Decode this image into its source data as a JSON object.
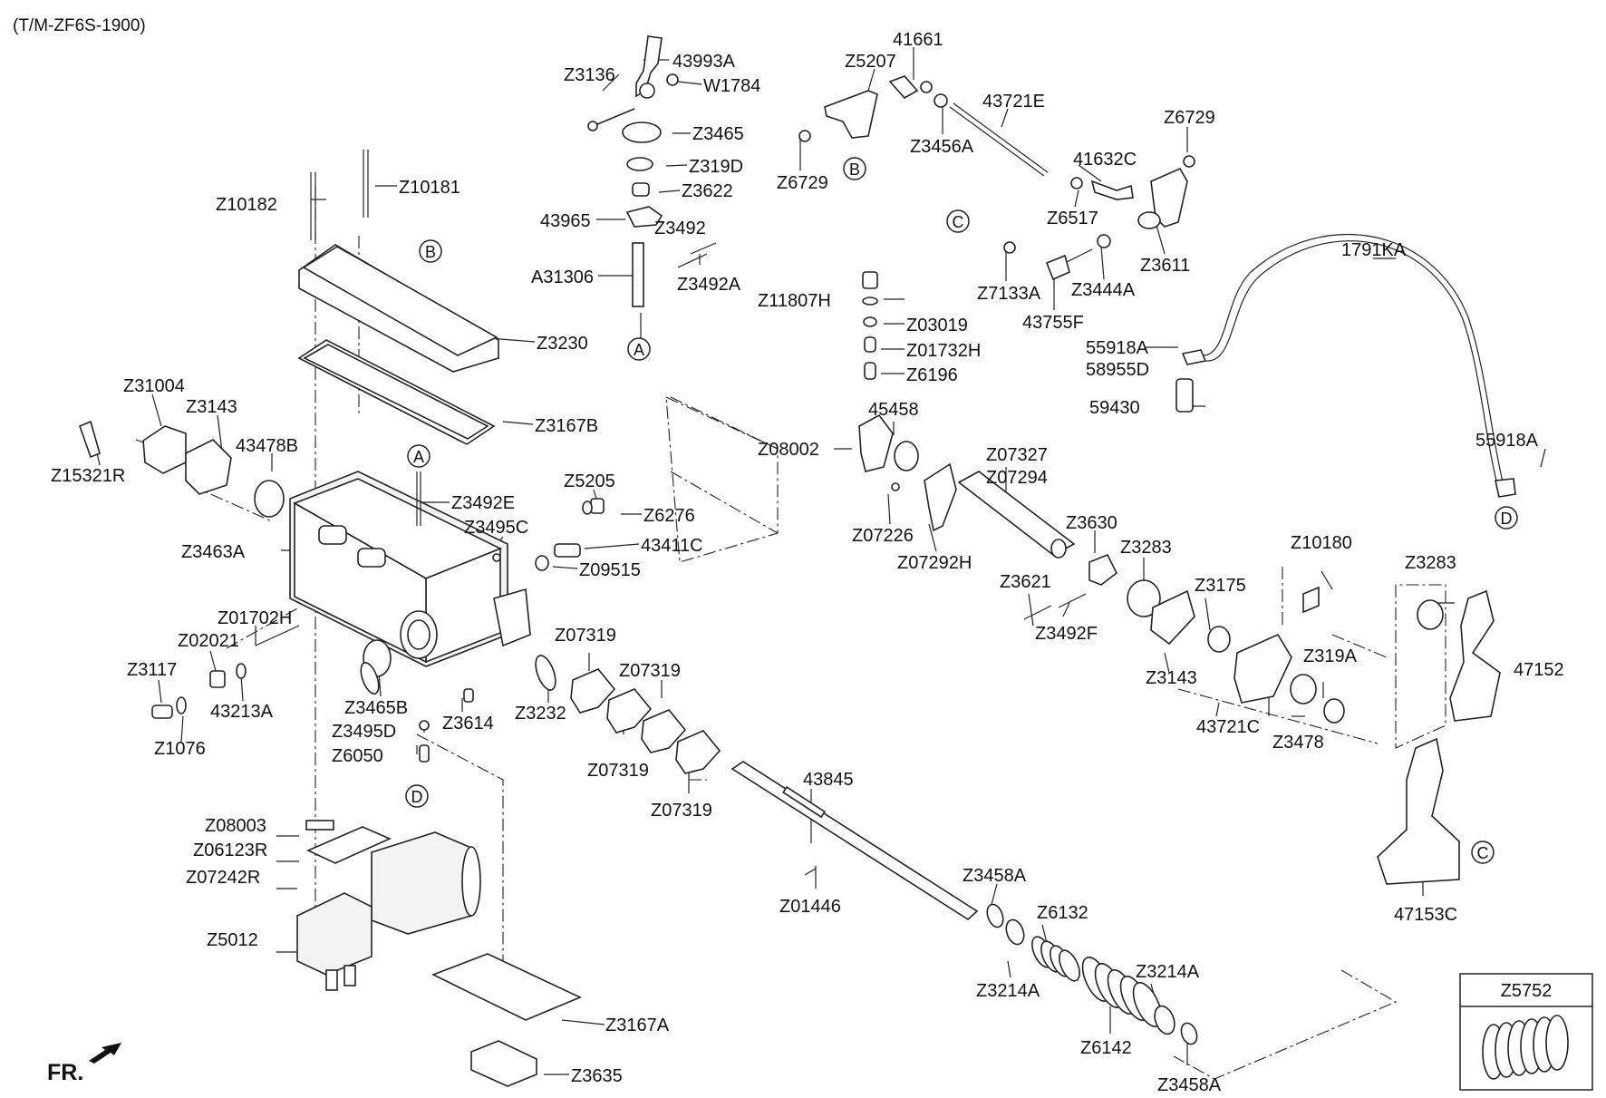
{
  "diagram": {
    "title": "(T/M-ZF6S-1900)",
    "front_indicator": "FR.",
    "inset_label": "Z5752",
    "reference_markers": [
      "A",
      "B",
      "C",
      "D"
    ],
    "callouts": [
      "43993A",
      "Z3136",
      "W1784",
      "Z3465",
      "Z319D",
      "Z3622",
      "43965",
      "Z3492",
      "A31306",
      "Z3492A",
      "41661",
      "Z5207",
      "43721E",
      "Z3456A",
      "Z6729",
      "Z6729",
      "41632C",
      "Z6517",
      "Z3611",
      "Z7133A",
      "Z3444A",
      "43755F",
      "1791KA",
      "Z11807H",
      "Z03019",
      "Z01732H",
      "Z6196",
      "55918A",
      "58955D",
      "59430",
      "55918A",
      "Z10182",
      "Z10181",
      "Z3230",
      "Z3167B",
      "Z31004",
      "Z3143",
      "43478B",
      "Z15321R",
      "Z3492E",
      "Z5205",
      "Z6276",
      "Z3495C",
      "43411C",
      "Z3463A",
      "Z09515",
      "Z01702H",
      "Z02021",
      "Z3117",
      "43213A",
      "Z1076",
      "Z3465B",
      "Z3495D",
      "Z3614",
      "Z6050",
      "Z07319",
      "Z07319",
      "Z3232",
      "Z07319",
      "Z07319",
      "45458",
      "Z08002",
      "Z07327",
      "Z07294",
      "Z07226",
      "Z07292H",
      "Z3630",
      "Z3283",
      "Z3621",
      "Z3492F",
      "Z3175",
      "Z3143",
      "Z10180",
      "Z3283",
      "Z319A",
      "47152",
      "43721C",
      "Z3478",
      "43845",
      "Z01446",
      "Z3458A",
      "Z6132",
      "Z3214A",
      "Z3214A",
      "Z6142",
      "Z3458A",
      "47153C",
      "Z08003",
      "Z06123R",
      "Z07242R",
      "Z5012",
      "Z3167A",
      "Z3635"
    ]
  }
}
